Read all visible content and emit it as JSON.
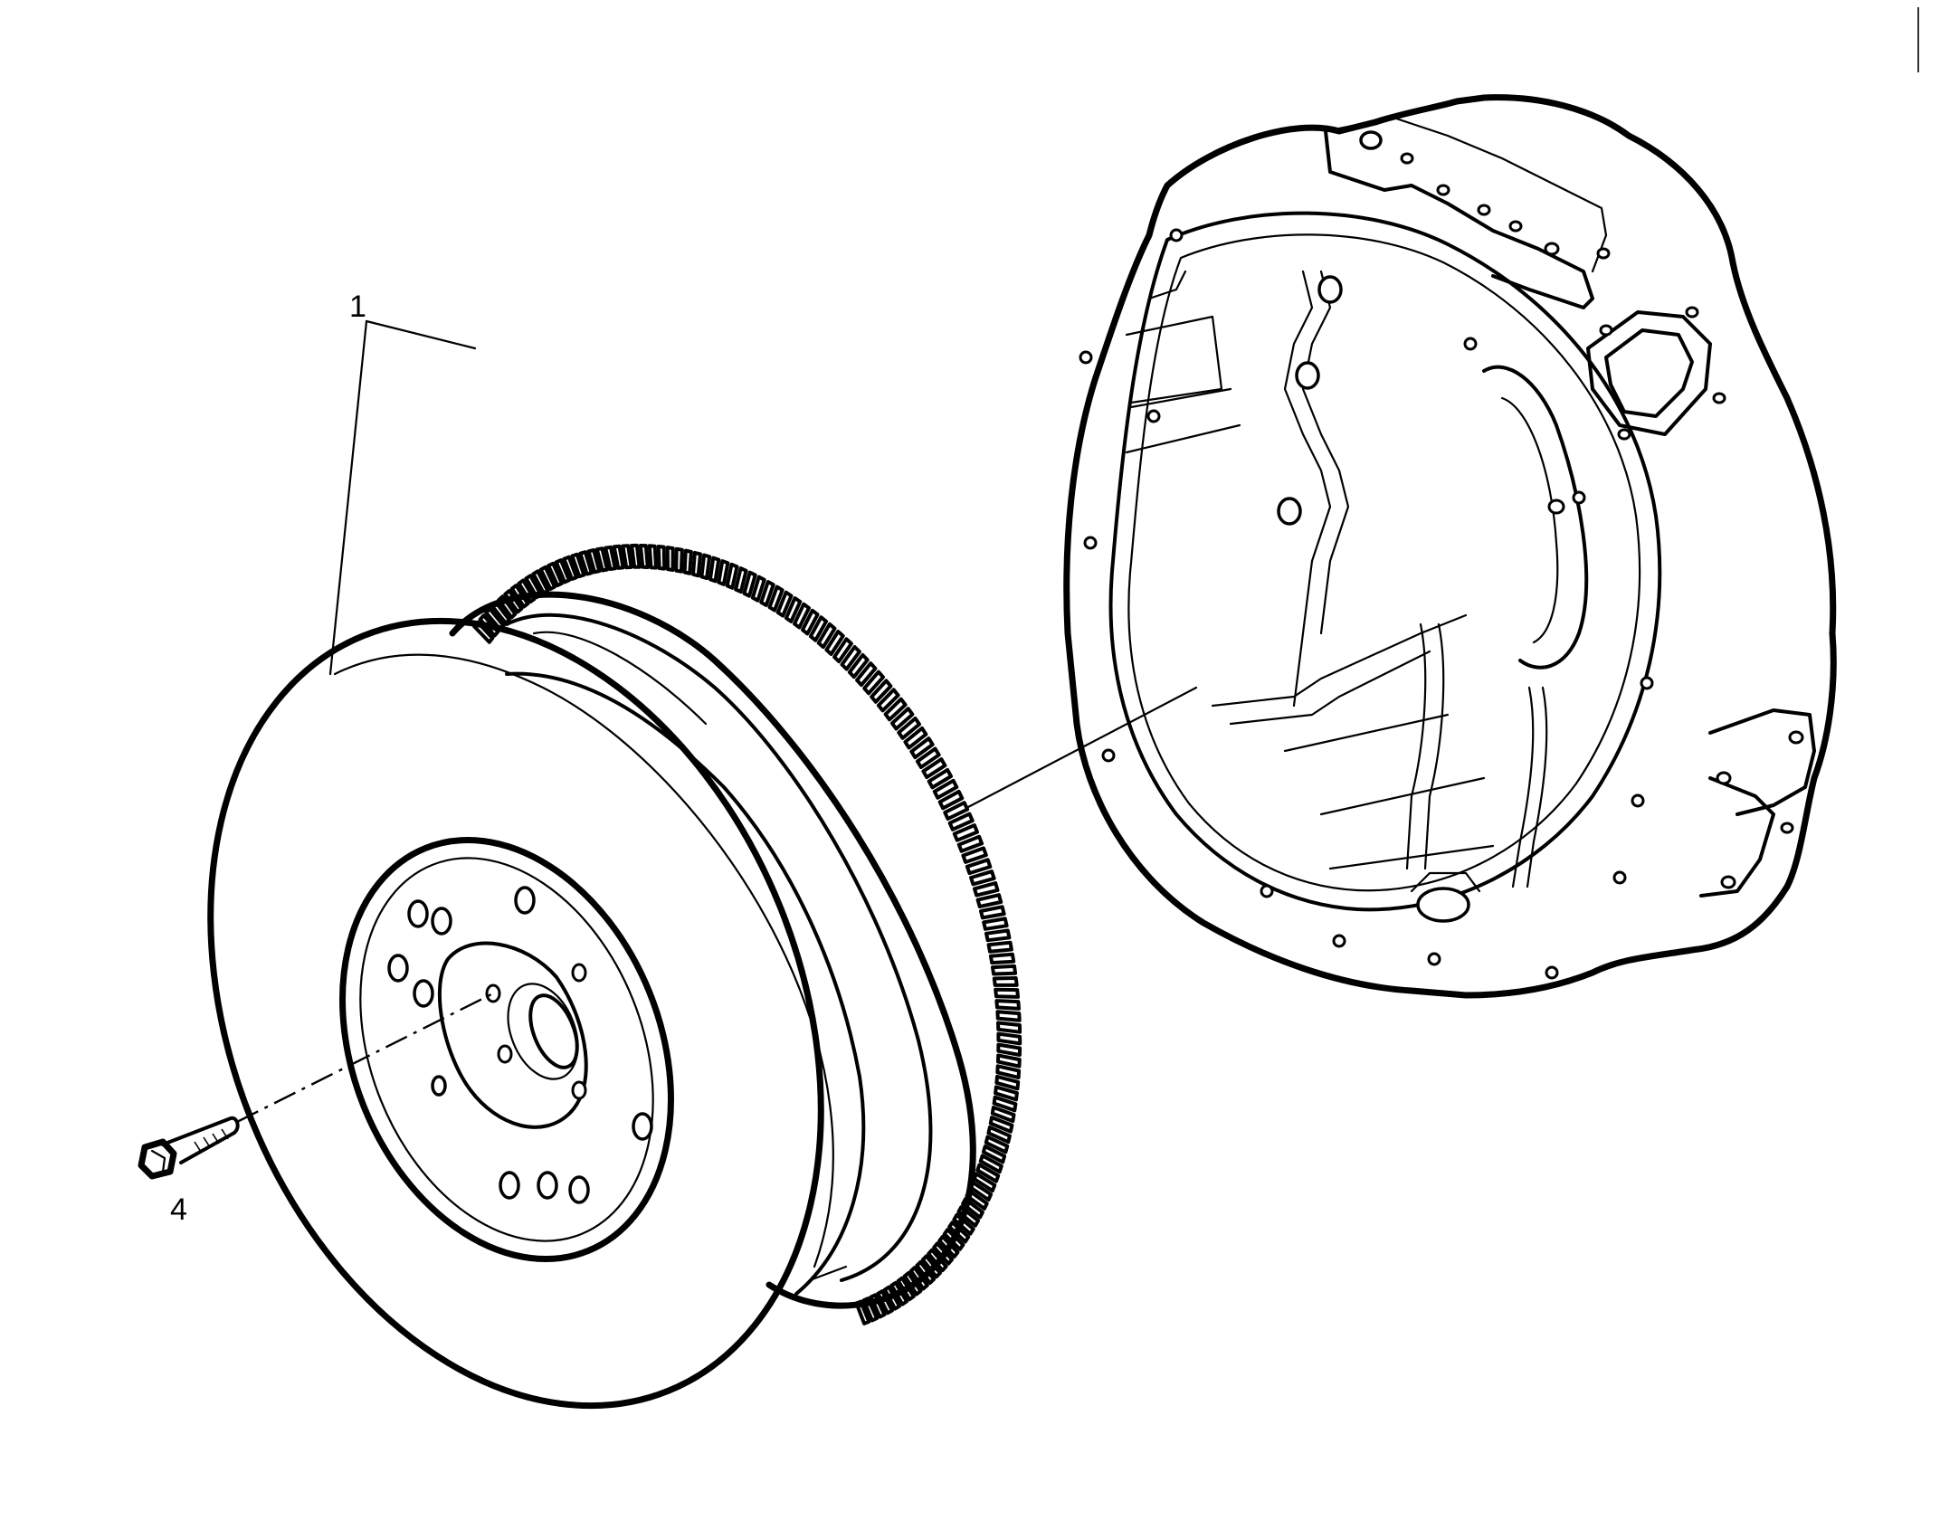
{
  "callouts": [
    {
      "id": "flywheel",
      "label": "1"
    },
    {
      "id": "bolt",
      "label": "4"
    }
  ],
  "icons": {
    "flywheel": "flywheel-with-ring-gear-icon",
    "housing": "flywheel-housing-icon",
    "bolt": "hex-bolt-icon"
  },
  "colors": {
    "line": "#000000",
    "background": "#ffffff"
  }
}
